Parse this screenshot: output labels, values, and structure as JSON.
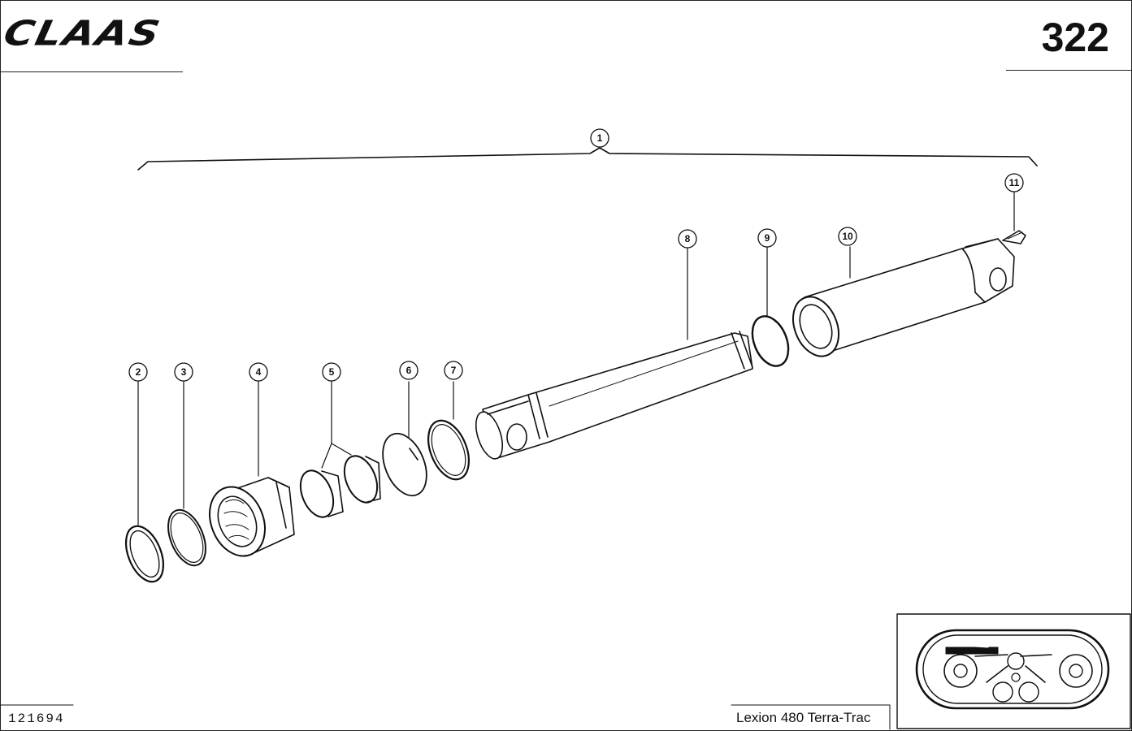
{
  "header": {
    "brand": "CLAAS",
    "page_number": "322"
  },
  "footer": {
    "drawing_id": "121694",
    "model": "Lexion 480 Terra-Trac"
  },
  "callouts": {
    "c1": "1",
    "c2": "2",
    "c3": "3",
    "c4": "4",
    "c5": "5",
    "c6": "6",
    "c7": "7",
    "c8": "8",
    "c9": "9",
    "c10": "10",
    "c11": "11"
  }
}
